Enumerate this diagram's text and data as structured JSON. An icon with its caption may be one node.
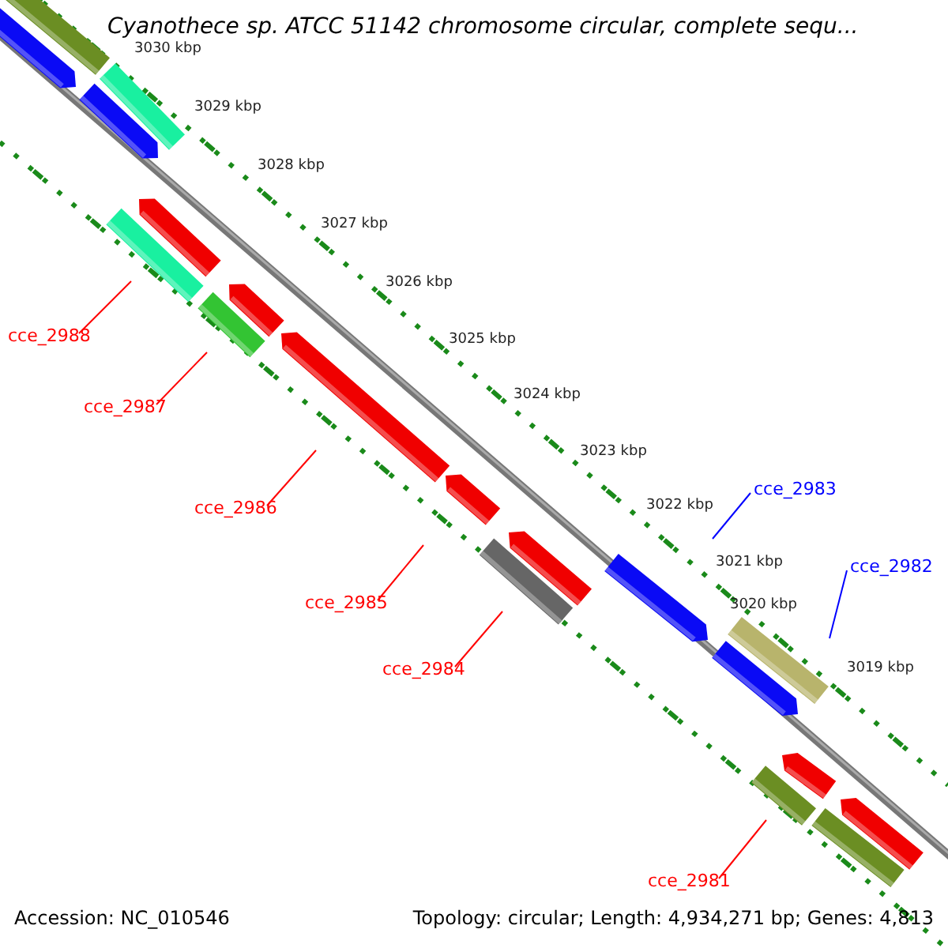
{
  "diagram": {
    "title": "Cyanothece sp. ATCC 51142 chromosome circular, complete sequ...",
    "nodes": [
      {
        "text": [
          "cce_2988"
        ]
      },
      {
        "text": [
          "cce_2987"
        ]
      },
      {
        "text": [
          "cce_2986"
        ]
      },
      {
        "text": [
          "cce_2985"
        ]
      },
      {
        "text": [
          "cce_2984"
        ]
      },
      {
        "text": [
          "cce_2983"
        ]
      },
      {
        "text": [
          "cce_2982"
        ]
      },
      {
        "text": [
          "cce_2981"
        ]
      }
    ],
    "edges": [
      {
        "from": 0,
        "to": null,
        "arrow": "none"
      },
      {
        "from": 1,
        "to": null,
        "arrow": "none"
      },
      {
        "from": 2,
        "to": null,
        "arrow": "none"
      },
      {
        "from": 3,
        "to": null,
        "arrow": "none"
      },
      {
        "from": 4,
        "to": null,
        "arrow": "none"
      },
      {
        "from": 5,
        "to": null,
        "arrow": "none",
        "color": "#0000ff"
      },
      {
        "from": 6,
        "to": null,
        "arrow": "none",
        "color": "#0000ff"
      },
      {
        "from": 7,
        "to": null,
        "arrow": "none"
      }
    ],
    "labels": [
      "3030 kbp",
      "3029 kbp",
      "3028 kbp",
      "3027 kbp",
      "3026 kbp",
      "3025 kbp",
      "3024 kbp",
      "3023 kbp",
      "3022 kbp",
      "3021 kbp",
      "3020 kbp",
      "3019 kbp",
      "Accession: NC_010546",
      "Topology: circular; Length: 4,934,271 bp; Genes: 4,813"
    ]
  }
}
